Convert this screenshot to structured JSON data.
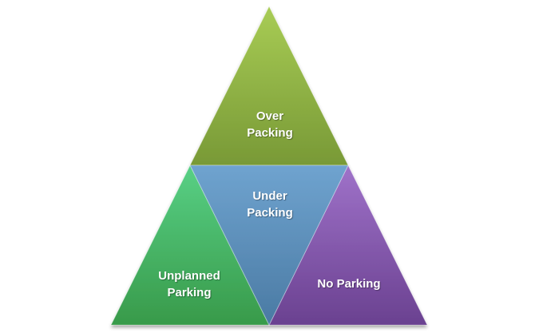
{
  "diagram": {
    "segments": [
      {
        "id": "over",
        "lines": [
          "Over",
          "Packing"
        ],
        "color_top": "#A2C54E",
        "color_bottom": "#7A9A34"
      },
      {
        "id": "under",
        "lines": [
          "Under",
          "Packing"
        ],
        "color_top": "#6A9FCB",
        "color_bottom": "#4C7FA8"
      },
      {
        "id": "unplanned",
        "lines": [
          "Unplanned",
          "Parking"
        ],
        "color_top": "#55CC80",
        "color_bottom": "#3B9C4E"
      },
      {
        "id": "noparking",
        "lines": [
          "No Parking"
        ],
        "color_top": "#9A6BC4",
        "color_bottom": "#6E4494"
      }
    ]
  }
}
